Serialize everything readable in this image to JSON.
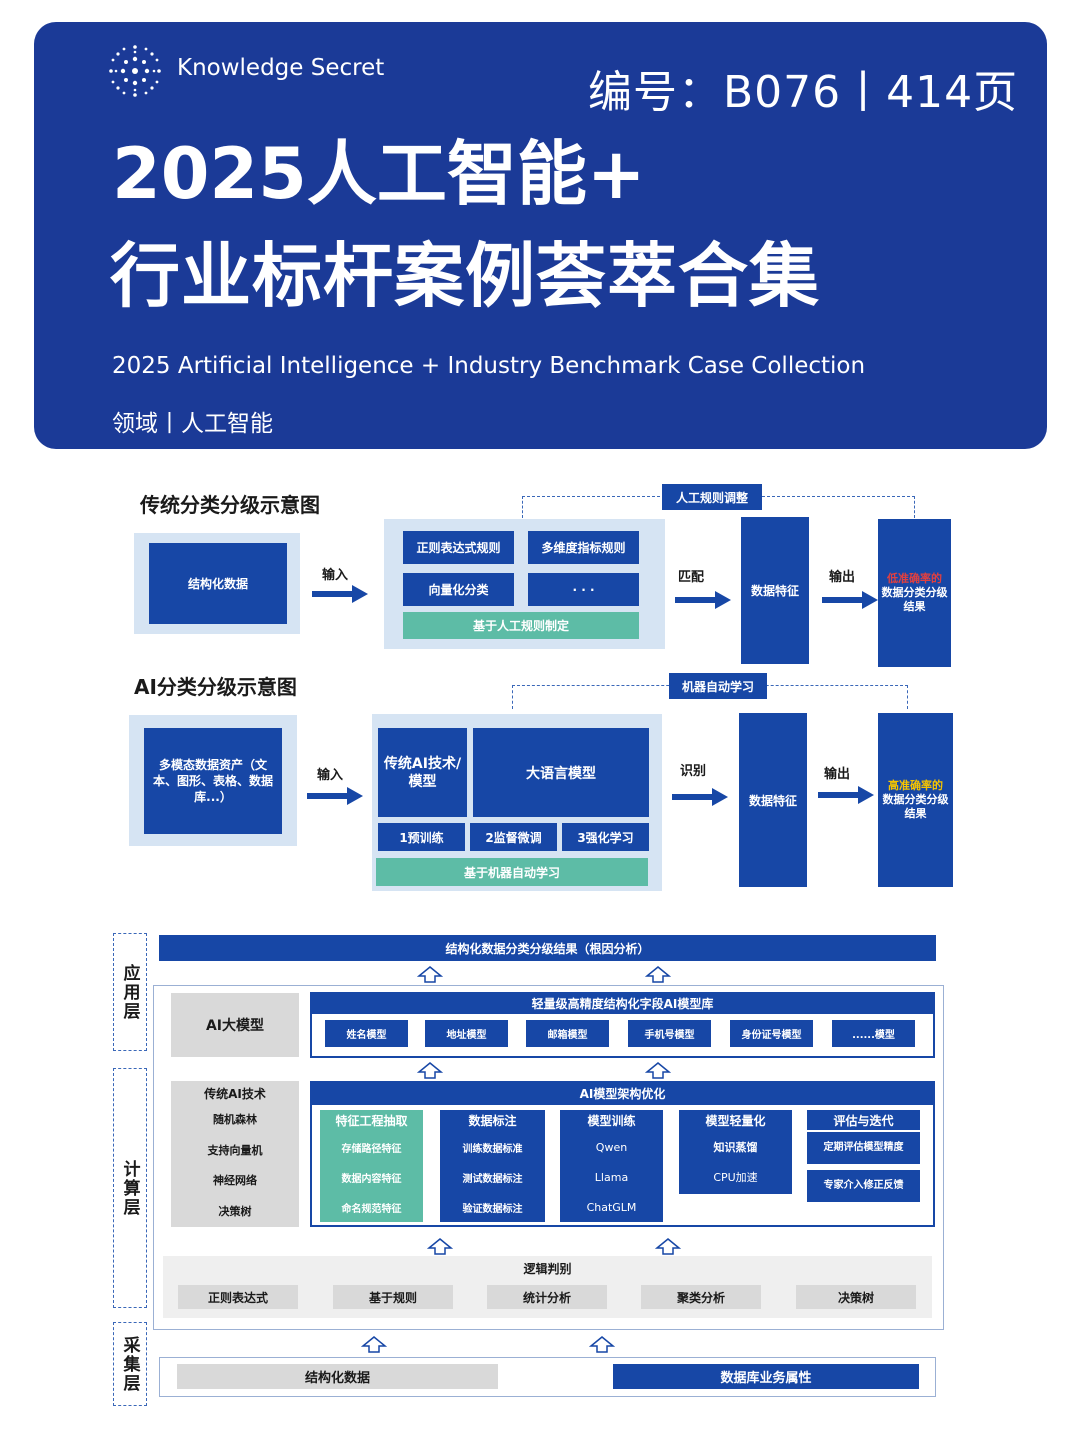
{
  "banner": {
    "logo_text": "Knowledge Secret",
    "code": "编号：B076丨414页",
    "title_line1": "2025人工智能+",
    "title_line2": "行业标杆案例荟萃合集",
    "subtitle": "2025 Artificial Intelligence + Industry Benchmark Case Collection",
    "domain": "领域丨人工智能"
  },
  "traditional": {
    "heading": "传统分类分级示意图",
    "input_box": "结构化数据",
    "input_label": "输入",
    "rules": [
      "正则表达式规则",
      "多维度指标规则",
      "向量化分类",
      "· · ·"
    ],
    "rules_base": "基于人工规则制定",
    "feedback": "人工规则调整",
    "match_label": "匹配",
    "feature": "数据特征",
    "output_label": "输出",
    "result_prefix": "低准确率的",
    "result_main": "数据分类分级结果"
  },
  "ai": {
    "heading": "AI分类分级示意图",
    "input_box": "多模态数据资产（文本、图形、表格、数据库...）",
    "input_label": "输入",
    "model_left": "传统AI技术/模型",
    "model_right": "大语言模型",
    "steps": [
      "1预训练",
      "2监督微调",
      "3强化学习"
    ],
    "base": "基于机器自动学习",
    "feedback": "机器自动学习",
    "recognize_label": "识别",
    "feature": "数据特征",
    "output_label": "输出",
    "result_prefix": "高准确率的",
    "result_main": "数据分类分级结果"
  },
  "arch": {
    "layers": [
      "应用层",
      "计算层",
      "采集层"
    ],
    "app_result": "结构化数据分类分级结果（根因分析）",
    "ai_big_model": "AI大模型",
    "library_title": "轻量级高精度结构化字段AI模型库",
    "library_models": [
      "姓名模型",
      "地址模型",
      "邮箱模型",
      "手机号模型",
      "身份证号模型",
      "......模型"
    ],
    "trad_ai_title": "传统AI技术",
    "trad_ai_items": [
      "随机森林",
      "支持向量机",
      "神经网络",
      "决策树"
    ],
    "opt_title": "AI模型架构优化",
    "opt_columns": [
      {
        "title": "特征工程抽取",
        "items": [
          "存储路径特征",
          "数据内容特征",
          "命名规范特征"
        ]
      },
      {
        "title": "数据标注",
        "items": [
          "训练数据标准",
          "测试数据标注",
          "验证数据标注"
        ]
      },
      {
        "title": "模型训练",
        "items": [
          "Qwen",
          "Llama",
          "ChatGLM"
        ]
      },
      {
        "title": "模型轻量化",
        "items": [
          "知识蒸馏",
          "CPU加速"
        ]
      },
      {
        "title": "评估与迭代",
        "items": [
          "定期评估模型精度",
          "专家介入修正反馈"
        ]
      }
    ],
    "logic_title": "逻辑判别",
    "logic_items": [
      "正则表达式",
      "基于规则",
      "统计分析",
      "聚类分析",
      "决策树"
    ],
    "collect_left": "结构化数据",
    "collect_right": "数据库业务属性"
  },
  "colors": {
    "banner": "#1b3a97",
    "primary_blue": "#1747a6",
    "teal": "#5dbca6",
    "light_blue": "#d6e4f3",
    "low_accuracy": "#e04040",
    "high_accuracy": "#f5c400"
  }
}
